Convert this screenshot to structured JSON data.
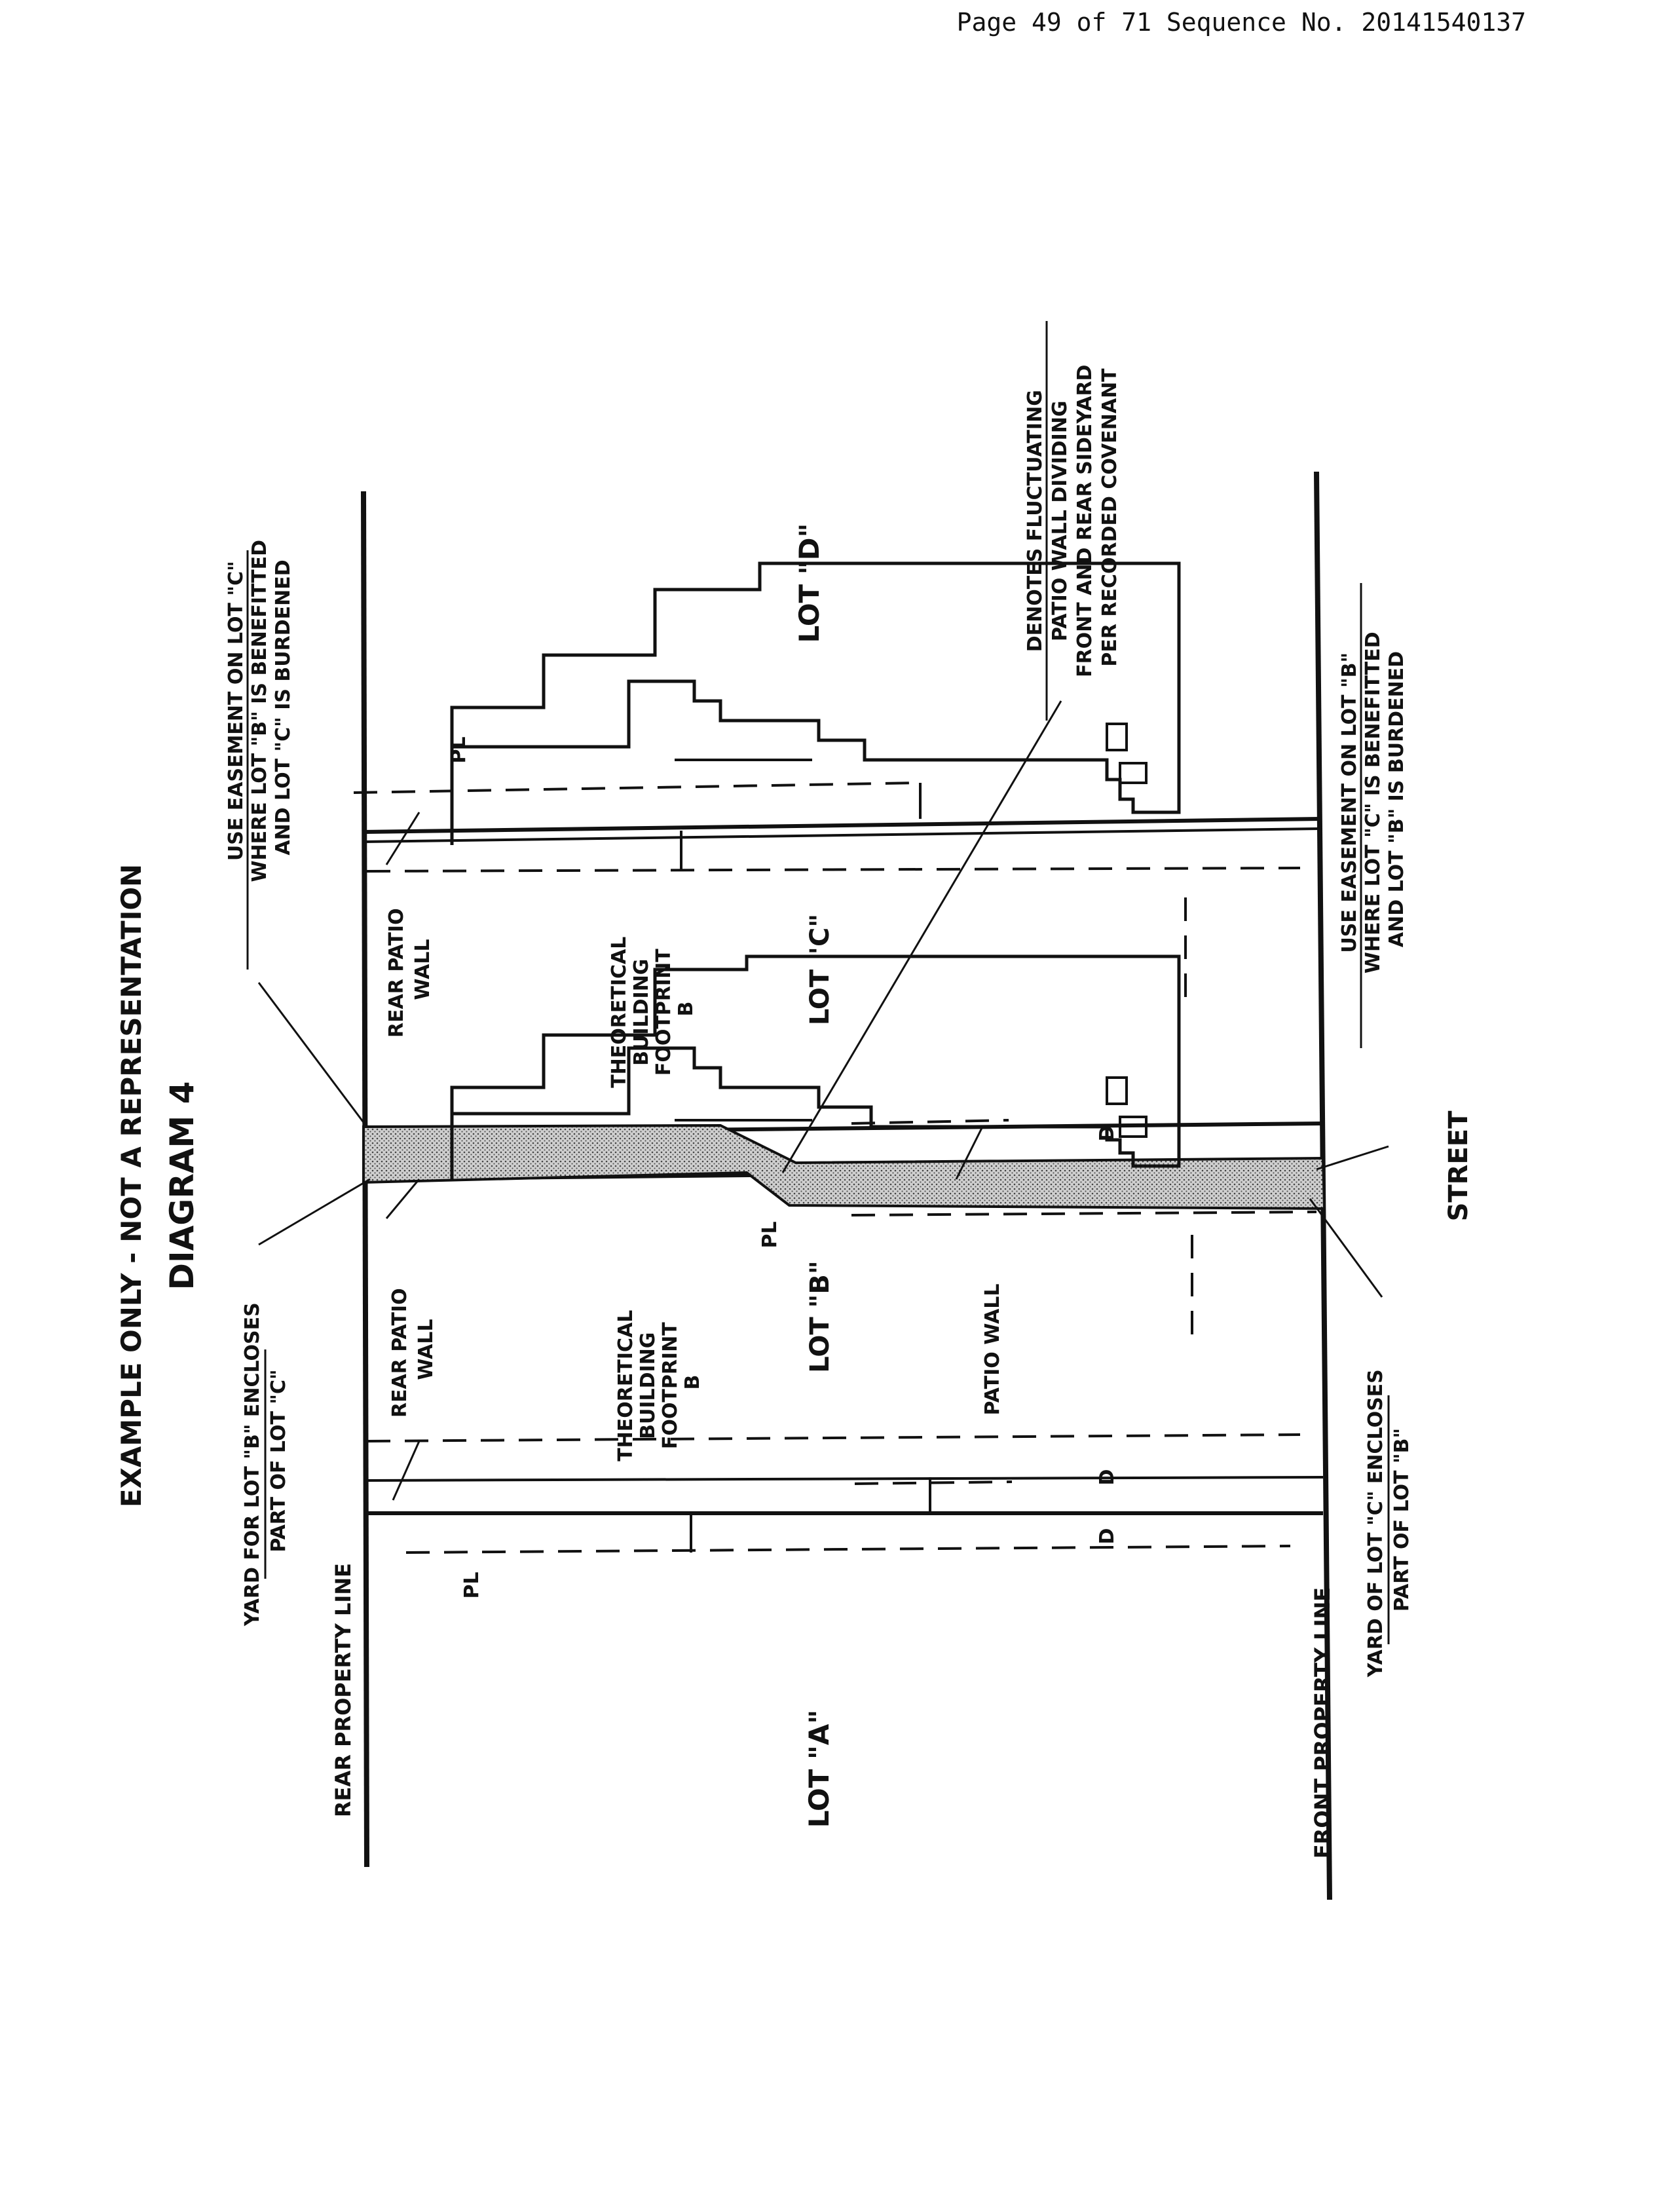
{
  "header": {
    "text": "Page 49 of 71 Sequence No. 20141540137"
  },
  "diagram": {
    "title": "EXAMPLE ONLY - NOT A REPRESENTATION",
    "subtitle": "DIAGRAM 4",
    "lots": {
      "a": "LOT \"A\"",
      "b": "LOT \"B\"",
      "c": "LOT \"C\"",
      "d": "LOT \"D\""
    },
    "lines": {
      "rear": "REAR PROPERTY LINE",
      "front": "FRONT PROPERTY LINE",
      "street": "STREET",
      "pl_symbol": "PL",
      "d_symbol": "D"
    },
    "footprint_b": [
      "THEORETICAL",
      "BUILDING",
      "FOOTPRINT",
      "B"
    ],
    "footprint_c": [
      "THEORETICAL",
      "BUILDING",
      "FOOTPRINT",
      "B"
    ],
    "rear_patio_wall": [
      "REAR PATIO",
      "WALL"
    ],
    "patio_wall": "PATIO WALL",
    "yard_b": [
      "YARD FOR LOT \"B\" ENCLOSES",
      "PART OF LOT \"C\""
    ],
    "yard_c": [
      "YARD OF LOT \"C\" ENCLOSES",
      "PART OF LOT \"B\""
    ],
    "easement_c": [
      "USE EASEMENT ON LOT \"C\"",
      "WHERE LOT \"B\" IS BENEFITTED",
      "AND LOT \"C\" IS BURDENED"
    ],
    "easement_b": [
      "USE EASEMENT ON LOT \"B\"",
      "WHERE LOT \"C\" IS BENEFITTED",
      "AND LOT \"B\" IS BURDENED"
    ],
    "denotes": [
      "DENOTES FLUCTUATING",
      "PATIO WALL DIVIDING",
      "FRONT AND REAR SIDEYARD",
      "PER RECORDED COVENANT"
    ]
  }
}
